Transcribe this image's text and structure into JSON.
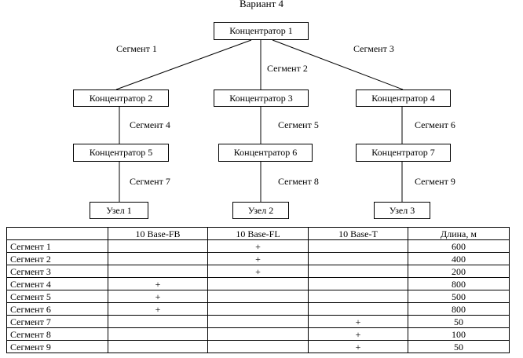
{
  "title": "Вариант 4",
  "nodes": {
    "hub1": "Концентратор 1",
    "hub2": "Концентратор 2",
    "hub3": "Концентратор 3",
    "hub4": "Концентратор 4",
    "hub5": "Концентратор 5",
    "hub6": "Концентратор 6",
    "hub7": "Концентратор 7",
    "node1": "Узел 1",
    "node2": "Узел 2",
    "node3": "Узел 3"
  },
  "segment_labels": {
    "s1": "Сегмент 1",
    "s2": "Сегмент 2",
    "s3": "Сегмент 3",
    "s4": "Сегмент 4",
    "s5": "Сегмент 5",
    "s6": "Сегмент 6",
    "s7": "Сегмент 7",
    "s8": "Сегмент 8",
    "s9": "Сегмент 9"
  },
  "table": {
    "headers": [
      "",
      "10 Base-FB",
      "10 Base-FL",
      "10 Base-T",
      "Длина, м"
    ],
    "rows": [
      [
        "Сегмент 1",
        "",
        "+",
        "",
        "600"
      ],
      [
        "Сегмент 2",
        "",
        "+",
        "",
        "400"
      ],
      [
        "Сегмент 3",
        "",
        "+",
        "",
        "200"
      ],
      [
        "Сегмент 4",
        "+",
        "",
        "",
        "800"
      ],
      [
        "Сегмент 5",
        "+",
        "",
        "",
        "500"
      ],
      [
        "Сегмент 6",
        "+",
        "",
        "",
        "800"
      ],
      [
        "Сегмент 7",
        "",
        "",
        "+",
        "50"
      ],
      [
        "Сегмент 8",
        "",
        "",
        "+",
        "100"
      ],
      [
        "Сегмент 9",
        "",
        "",
        "+",
        "50"
      ]
    ]
  }
}
